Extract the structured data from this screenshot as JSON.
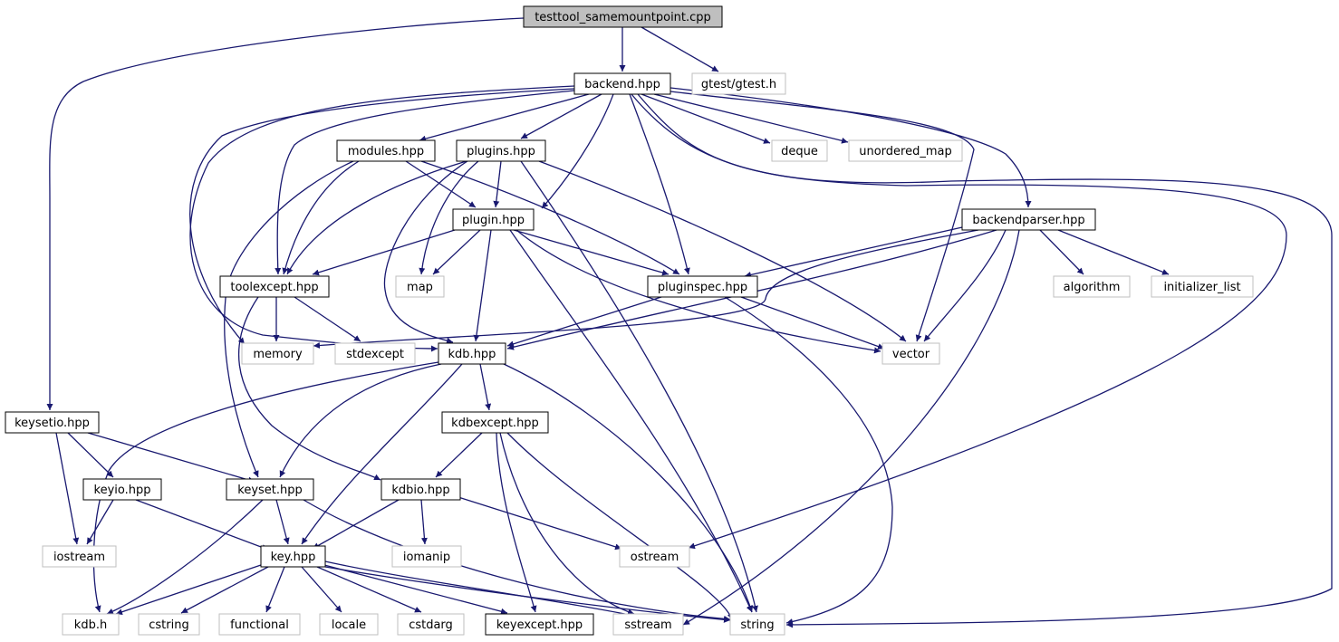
{
  "colors": {
    "edge": "#191970",
    "root_fill": "#bfbfbf",
    "node_border": "#000000",
    "external_border": "#bfbfbf",
    "node_fill": "#ffffff"
  },
  "nodes": [
    {
      "id": "testtool_samemountpoint",
      "label": "testtool_samemountpoint.cpp",
      "kind": "root"
    },
    {
      "id": "backend",
      "label": "backend.hpp",
      "kind": "file"
    },
    {
      "id": "gtest",
      "label": "gtest/gtest.h",
      "kind": "external"
    },
    {
      "id": "modules",
      "label": "modules.hpp",
      "kind": "file"
    },
    {
      "id": "plugins",
      "label": "plugins.hpp",
      "kind": "file"
    },
    {
      "id": "deque",
      "label": "deque",
      "kind": "external"
    },
    {
      "id": "unordered_map",
      "label": "unordered_map",
      "kind": "external"
    },
    {
      "id": "plugin",
      "label": "plugin.hpp",
      "kind": "file"
    },
    {
      "id": "backendparser",
      "label": "backendparser.hpp",
      "kind": "file"
    },
    {
      "id": "toolexcept",
      "label": "toolexcept.hpp",
      "kind": "file"
    },
    {
      "id": "map",
      "label": "map",
      "kind": "external"
    },
    {
      "id": "pluginspec",
      "label": "pluginspec.hpp",
      "kind": "file"
    },
    {
      "id": "algorithm",
      "label": "algorithm",
      "kind": "external"
    },
    {
      "id": "initializer_list",
      "label": "initializer_list",
      "kind": "external"
    },
    {
      "id": "memory",
      "label": "memory",
      "kind": "external"
    },
    {
      "id": "stdexcept",
      "label": "stdexcept",
      "kind": "external"
    },
    {
      "id": "kdb",
      "label": "kdb.hpp",
      "kind": "file"
    },
    {
      "id": "vector",
      "label": "vector",
      "kind": "external"
    },
    {
      "id": "keysetio",
      "label": "keysetio.hpp",
      "kind": "file"
    },
    {
      "id": "kdbexcept",
      "label": "kdbexcept.hpp",
      "kind": "file"
    },
    {
      "id": "keyio",
      "label": "keyio.hpp",
      "kind": "file"
    },
    {
      "id": "keyset",
      "label": "keyset.hpp",
      "kind": "file"
    },
    {
      "id": "kdbio",
      "label": "kdbio.hpp",
      "kind": "file"
    },
    {
      "id": "iostream",
      "label": "iostream",
      "kind": "external"
    },
    {
      "id": "key",
      "label": "key.hpp",
      "kind": "file"
    },
    {
      "id": "iomanip",
      "label": "iomanip",
      "kind": "external"
    },
    {
      "id": "ostream",
      "label": "ostream",
      "kind": "external"
    },
    {
      "id": "kdb_h",
      "label": "kdb.h",
      "kind": "external"
    },
    {
      "id": "cstring",
      "label": "cstring",
      "kind": "external"
    },
    {
      "id": "functional",
      "label": "functional",
      "kind": "external"
    },
    {
      "id": "locale",
      "label": "locale",
      "kind": "external"
    },
    {
      "id": "cstdarg",
      "label": "cstdarg",
      "kind": "external"
    },
    {
      "id": "keyexcept",
      "label": "keyexcept.hpp",
      "kind": "file"
    },
    {
      "id": "sstream",
      "label": "sstream",
      "kind": "external"
    },
    {
      "id": "string",
      "label": "string",
      "kind": "external"
    }
  ],
  "edges": [
    [
      "testtool_samemountpoint",
      "backend"
    ],
    [
      "testtool_samemountpoint",
      "gtest"
    ],
    [
      "testtool_samemountpoint",
      "keysetio"
    ],
    [
      "backend",
      "modules"
    ],
    [
      "backend",
      "plugins"
    ],
    [
      "backend",
      "plugin"
    ],
    [
      "backend",
      "deque"
    ],
    [
      "backend",
      "unordered_map"
    ],
    [
      "backend",
      "backendparser"
    ],
    [
      "backend",
      "toolexcept"
    ],
    [
      "backend",
      "pluginspec"
    ],
    [
      "backend",
      "memory"
    ],
    [
      "backend",
      "kdb"
    ],
    [
      "backend",
      "vector"
    ],
    [
      "backend",
      "ostream"
    ],
    [
      "backend",
      "string"
    ],
    [
      "modules",
      "plugin"
    ],
    [
      "modules",
      "toolexcept"
    ],
    [
      "modules",
      "pluginspec"
    ],
    [
      "modules",
      "keyset"
    ],
    [
      "plugins",
      "plugin"
    ],
    [
      "plugins",
      "toolexcept"
    ],
    [
      "plugins",
      "map"
    ],
    [
      "plugins",
      "kdb"
    ],
    [
      "plugins",
      "vector"
    ],
    [
      "plugins",
      "string"
    ],
    [
      "plugin",
      "toolexcept"
    ],
    [
      "plugin",
      "map"
    ],
    [
      "plugin",
      "pluginspec"
    ],
    [
      "plugin",
      "kdb"
    ],
    [
      "plugin",
      "vector"
    ],
    [
      "plugin",
      "string"
    ],
    [
      "backendparser",
      "pluginspec"
    ],
    [
      "backendparser",
      "algorithm"
    ],
    [
      "backendparser",
      "initializer_list"
    ],
    [
      "backendparser",
      "memory"
    ],
    [
      "backendparser",
      "kdb"
    ],
    [
      "backendparser",
      "vector"
    ],
    [
      "backendparser",
      "sstream"
    ],
    [
      "toolexcept",
      "memory"
    ],
    [
      "toolexcept",
      "stdexcept"
    ],
    [
      "toolexcept",
      "kdbio"
    ],
    [
      "pluginspec",
      "kdb"
    ],
    [
      "pluginspec",
      "vector"
    ],
    [
      "pluginspec",
      "string"
    ],
    [
      "kdb",
      "kdbexcept"
    ],
    [
      "kdb",
      "keyset"
    ],
    [
      "kdb",
      "key"
    ],
    [
      "kdb",
      "kdb_h"
    ],
    [
      "kdb",
      "string"
    ],
    [
      "keysetio",
      "keyio"
    ],
    [
      "keysetio",
      "keyset"
    ],
    [
      "keysetio",
      "iostream"
    ],
    [
      "kdbexcept",
      "kdbio"
    ],
    [
      "kdbexcept",
      "keyexcept"
    ],
    [
      "kdbexcept",
      "sstream"
    ],
    [
      "kdbexcept",
      "string"
    ],
    [
      "keyio",
      "key"
    ],
    [
      "keyio",
      "iostream"
    ],
    [
      "keyset",
      "key"
    ],
    [
      "keyset",
      "kdb_h"
    ],
    [
      "keyset",
      "string"
    ],
    [
      "kdbio",
      "key"
    ],
    [
      "kdbio",
      "iomanip"
    ],
    [
      "kdbio",
      "ostream"
    ],
    [
      "key",
      "kdb_h"
    ],
    [
      "key",
      "cstring"
    ],
    [
      "key",
      "functional"
    ],
    [
      "key",
      "locale"
    ],
    [
      "key",
      "cstdarg"
    ],
    [
      "key",
      "keyexcept"
    ],
    [
      "key",
      "sstream"
    ],
    [
      "key",
      "string"
    ]
  ]
}
